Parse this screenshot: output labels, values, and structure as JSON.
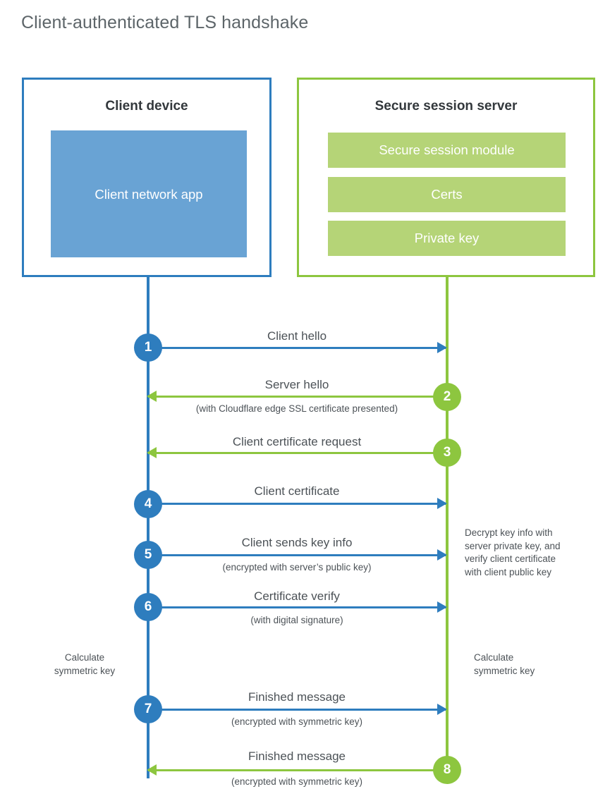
{
  "title": "Client-authenticated TLS handshake",
  "colors": {
    "blue_stroke": "#2E7DBE",
    "blue_fill": "#69A3D4",
    "green_stroke": "#8DC63F",
    "green_fill": "#B5D477",
    "text": "#4c5257",
    "title_text": "#5d6569",
    "background": "#ffffff"
  },
  "actors": {
    "client": {
      "title": "Client device",
      "component": "Client network app"
    },
    "server": {
      "title": "Secure session server",
      "components": [
        "Secure session module",
        "Certs",
        "Private key"
      ]
    }
  },
  "steps": [
    {
      "number": "1",
      "direction": "client-to-server",
      "color": "blue",
      "label": "Client hello",
      "sublabel": ""
    },
    {
      "number": "2",
      "direction": "server-to-client",
      "color": "green",
      "label": "Server hello",
      "sublabel": "(with Cloudflare edge SSL certificate presented)"
    },
    {
      "number": "3",
      "direction": "server-to-client",
      "color": "green",
      "label": "Client certificate request",
      "sublabel": ""
    },
    {
      "number": "4",
      "direction": "client-to-server",
      "color": "blue",
      "label": "Client certificate",
      "sublabel": ""
    },
    {
      "number": "5",
      "direction": "client-to-server",
      "color": "blue",
      "label": "Client sends key info",
      "sublabel": "(encrypted with server’s public key)"
    },
    {
      "number": "6",
      "direction": "client-to-server",
      "color": "blue",
      "label": "Certificate verify",
      "sublabel": "(with digital signature)"
    },
    {
      "number": "7",
      "direction": "client-to-server",
      "color": "blue",
      "label": "Finished message",
      "sublabel": "(encrypted with symmetric key)"
    },
    {
      "number": "8",
      "direction": "server-to-client",
      "color": "green",
      "label": "Finished message",
      "sublabel": "(encrypted with symmetric key)"
    }
  ],
  "notes": {
    "server_decrypt": {
      "line1": "Decrypt key info with",
      "line2": "server private key, and",
      "line3": "verify client certificate",
      "line4": "with client public key"
    },
    "calculate_client": {
      "line1": "Calculate",
      "line2": "symmetric key"
    },
    "calculate_server": {
      "line1": "Calculate",
      "line2": "symmetric key"
    }
  }
}
